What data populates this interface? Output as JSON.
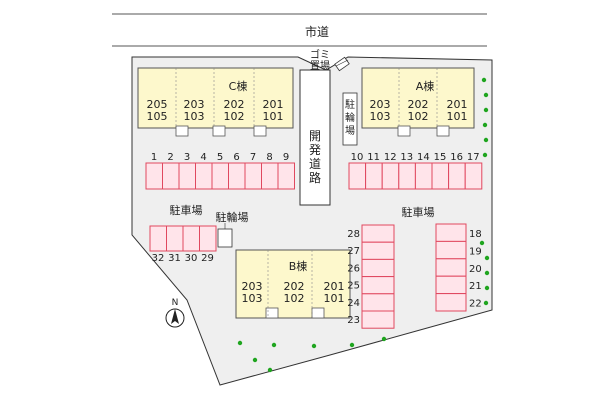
{
  "street_label": "市道",
  "garbage_label": "ゴミ置場",
  "bike_label": "駐輪場",
  "road_label": "開発道路",
  "parking_label": "駐車場",
  "north_label": "N",
  "buildings": {
    "C": {
      "name": "C棟",
      "units": [
        {
          "upper": "205",
          "lower": "105"
        },
        {
          "upper": "203",
          "lower": "103"
        },
        {
          "upper": "202",
          "lower": "102"
        },
        {
          "upper": "201",
          "lower": "101"
        }
      ]
    },
    "A": {
      "name": "A棟",
      "units": [
        {
          "upper": "203",
          "lower": "103"
        },
        {
          "upper": "202",
          "lower": "102"
        },
        {
          "upper": "201",
          "lower": "101"
        }
      ]
    },
    "B": {
      "name": "B棟",
      "units": [
        {
          "upper": "203",
          "lower": "103"
        },
        {
          "upper": "202",
          "lower": "102"
        },
        {
          "upper": "201",
          "lower": "101"
        }
      ]
    }
  },
  "parking": {
    "row_top_left": [
      "1",
      "2",
      "3",
      "4",
      "5",
      "6",
      "7",
      "8",
      "9"
    ],
    "row_top_right": [
      "10",
      "11",
      "12",
      "13",
      "14",
      "15",
      "16",
      "17"
    ],
    "row_left_small": [
      "32",
      "31",
      "30",
      "29"
    ],
    "col_center": [
      "28",
      "27",
      "26",
      "25",
      "24",
      "23"
    ],
    "col_right": [
      "18",
      "19",
      "20",
      "21",
      "22"
    ]
  },
  "colors": {
    "building_fill": "#fdf8cc",
    "parking_fill": "#ffe4ea",
    "parking_stroke": "#e0485f",
    "lot_fill": "#efefef",
    "tree": "#1fa51f"
  }
}
